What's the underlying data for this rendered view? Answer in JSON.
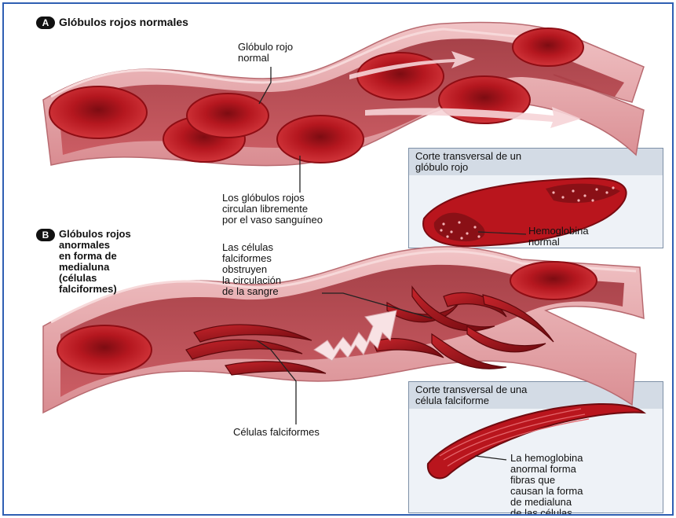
{
  "section_a": {
    "badge": "A",
    "title": "Glóbulos rojos normales",
    "label_normal_cell": "Glóbulo rojo\nnormal",
    "label_flow": "Los glóbulos rojos\ncirculan libremente\npor el vaso sanguíneo",
    "panel_title": "Corte transversal de un\nglóbulo rojo",
    "panel_label": "Hemoglobina\nnormal"
  },
  "section_b": {
    "badge": "B",
    "title": "Glóbulos rojos\nanormales\nen forma de\nmedialuna\n(células\nfalciformes)",
    "label_blockage": "Las células\nfalciformes\nobstruyen\nla circulación\nde la sangre",
    "label_sickle_cells": "Células falciformes",
    "panel_title": "Corte transversal de una\ncélula falciforme",
    "panel_label": "La hemoglobina\nanormal forma\nfibras que\ncausan la forma\nde medialuna\nde las células"
  },
  "colors": {
    "frame_border": "#2f5fb3",
    "vessel_wall": "#e3a0a5",
    "vessel_inner": "#a8353d",
    "cell_red": "#b4141c",
    "cell_dark": "#7a0a10",
    "panel_bg": "#eef2f7",
    "panel_header": "#d3dbe5"
  }
}
